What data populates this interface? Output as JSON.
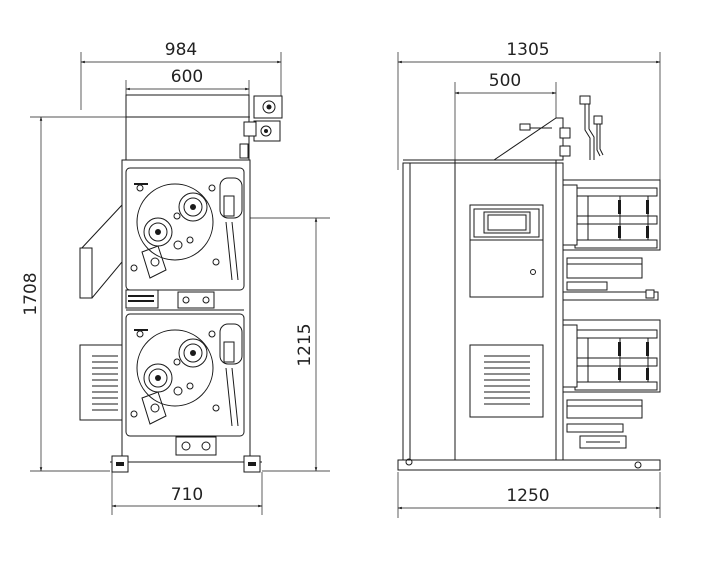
{
  "front_view": {
    "dims": {
      "overall_width": "984",
      "inner_width": "600",
      "overall_height": "1708",
      "lower_height": "1215",
      "base_width": "710"
    }
  },
  "side_view": {
    "dims": {
      "overall_depth": "1305",
      "top_width": "500",
      "base_depth": "1250"
    }
  }
}
